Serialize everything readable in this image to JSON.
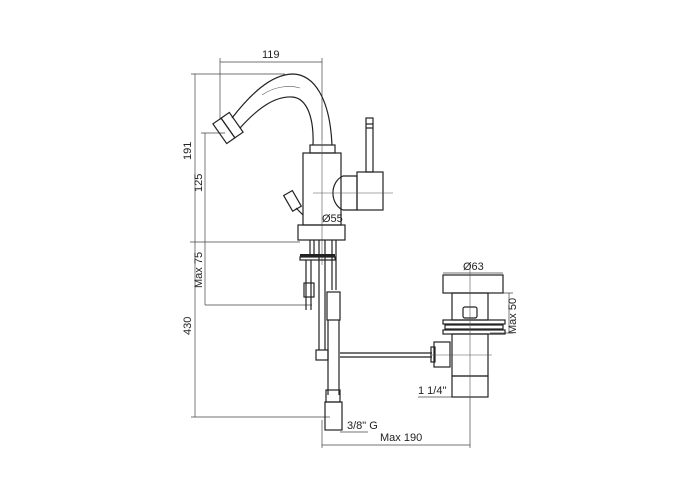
{
  "dimensions": {
    "spout_reach": "119",
    "total_height": "191",
    "spout_height": "125",
    "base_diameter": "Ø55",
    "max_deck_thickness": "Max 75",
    "hose_length": "430",
    "waste_diameter": "Ø63",
    "waste_max_height": "Max 50",
    "waste_thread": "1 1/4\"",
    "hose_connection": "3/8\" G",
    "max_distance": "Max 190"
  }
}
